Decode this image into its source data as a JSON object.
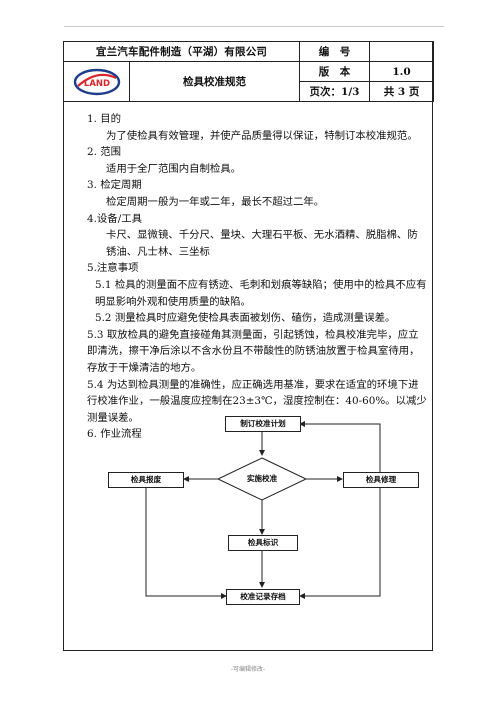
{
  "header": {
    "company": "宜兰汽车配件制造（平湖）有限公司",
    "number_label": "编　号",
    "number_value": "",
    "version_label": "版　本",
    "version_value": "1.0",
    "page_label": "页次：1/3",
    "page_total": "共 3 页",
    "title": "检具校准规范",
    "logo_text": "LAND"
  },
  "sections": {
    "s1_title": "1.  目的",
    "s1_text": "为了使检具有效管理，并使产品质量得以保证，特制订本校准规范。",
    "s2_title": "2.  范围",
    "s2_text": "适用于全厂范围内自制检具。",
    "s3_title": "3.  检定周期",
    "s3_text": "检定周期一般为一年或二年，最长不超过二年。",
    "s4_title": "4.设备/工具",
    "s4_text": "卡尺、显微镜、千分尺、量块、大理石平板、无水酒精、脱脂棉、防锈油、凡士林、三坐标",
    "s5_title": "5.注意事项",
    "s5_1": "5.1 检具的测量面不应有锈迹、毛刺和划痕等缺陷；使用中的检具不应有明显影响外观和使用质量的缺陷。",
    "s5_2": "5.2  测量检具时应避免使检具表面被划伤、磕伤，造成测量误差。",
    "s5_3": "5.3 取放检具的避免直接碰角其测量面，引起锈蚀，检具校准完毕，应立即清洗，擦干净后涂以不含水份且不带酸性的防锈油放置于检具室待用，存放于干燥清洁的地方。",
    "s5_4": "5.4 为达到检具测量的准确性，应正确选用基准，要求在适宜的环境下进行校准作业，一般温度应控制在23±3℃，湿度控制在：40-60%。以减少测量误差。",
    "s6_title": "6.  作业流程"
  },
  "flow": {
    "plan": "制订校准计划",
    "exec": "实施校准",
    "scrap": "检具报废",
    "repair": "检具修理",
    "mark": "检具标识",
    "record": "校准记录存档"
  },
  "footer": "-可编辑修改-",
  "colors": {
    "logo_blue": "#1f3d8c",
    "logo_red": "#d8262a",
    "line": "#222222"
  }
}
